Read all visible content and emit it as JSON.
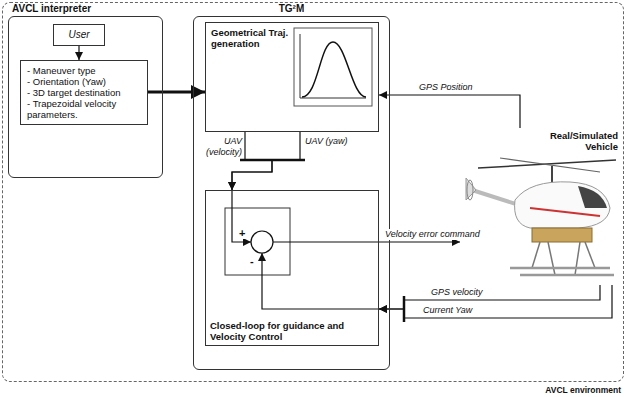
{
  "diagram": {
    "nodes": [
      {
        "text": [
          "AVCL environment"
        ]
      },
      {
        "text": [
          "AVCL interpreter"
        ],
        "in": 0
      },
      {
        "text": [
          "User"
        ],
        "in": 1
      },
      {
        "text": [
          "- Maneuver type",
          "- Orientation (Yaw)",
          "- 3D target destination",
          "- Trapezoidal velocity parameters."
        ],
        "in": 1
      },
      {
        "text": [
          "TG²M"
        ],
        "in": 0
      },
      {
        "text": [
          "Geometrical Traj. generation"
        ],
        "in": 4
      },
      {
        "text": [
          "Closed-loop for guidance and Velocity Control"
        ],
        "in": 4
      },
      {
        "text": [
          "Real/Simulated Vehicle"
        ],
        "in": 0
      }
    ],
    "edges": [
      {
        "from": 2,
        "to": 3,
        "arrow": "to"
      },
      {
        "from": 3,
        "to": 5,
        "arrow": "to"
      },
      {
        "from": 7,
        "to": 5,
        "arrow": "to",
        "label": "GPS Position"
      },
      {
        "from": 5,
        "to": 6,
        "arrow": "to",
        "label": "UAV (velocity)"
      },
      {
        "from": 5,
        "to": 6,
        "arrow": "to",
        "label": "UAV (yaw)"
      },
      {
        "from": 6,
        "to": 7,
        "arrow": "to",
        "label": "Velocity error command"
      },
      {
        "from": 7,
        "to": 6,
        "arrow": "to",
        "label": "GPS velocity"
      },
      {
        "from": 7,
        "to": 6,
        "arrow": "to",
        "label": "Current Yaw"
      }
    ],
    "labels": [
      "+",
      "-"
    ]
  }
}
